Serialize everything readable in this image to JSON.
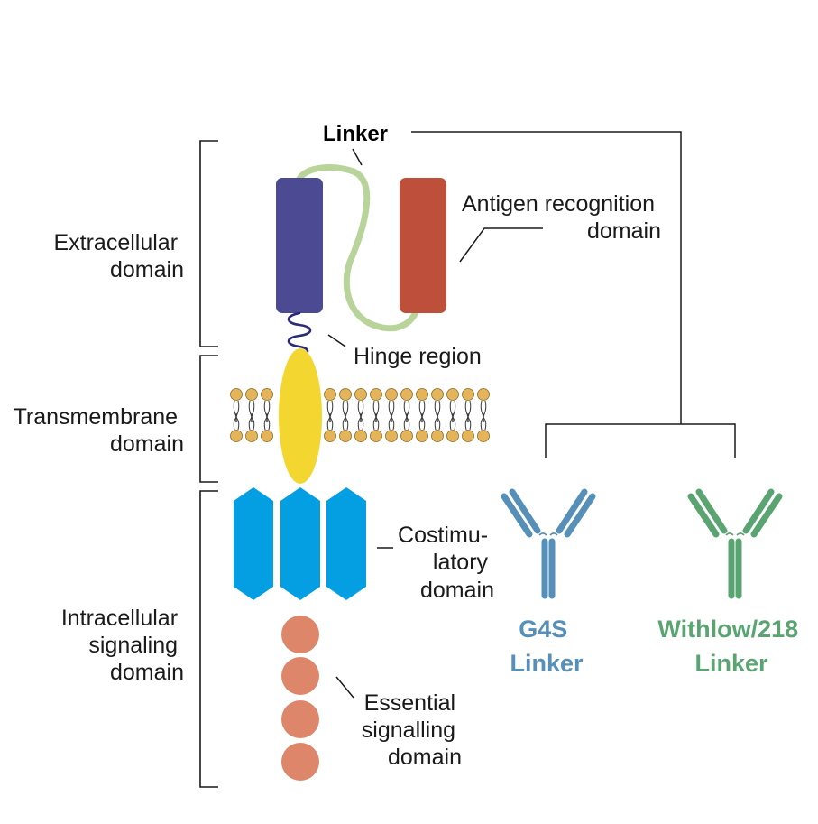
{
  "labels": {
    "linker": "Linker",
    "antigen_line1": "Antigen recognition",
    "antigen_line2": "domain",
    "extracellular_line1": "Extracellular",
    "extracellular_line2": "domain",
    "hinge": "Hinge region",
    "transmembrane_line1": "Transmembrane",
    "transmembrane_line2": "domain",
    "costim_line1": "Costimu-",
    "costim_line2": "latory",
    "costim_line3": "domain",
    "intracellular_line1": "Intracellular",
    "intracellular_line2": "signaling",
    "intracellular_line3": "domain",
    "essential_line1": "Essential",
    "essential_line2": "signalling",
    "essential_line3": "domain"
  },
  "antibodies": [
    {
      "line1": "G4S",
      "line2": "Linker",
      "color": "#5690b8"
    },
    {
      "line1": "Withlow/218",
      "line2": "Linker",
      "color": "#5aa472"
    }
  ],
  "colors": {
    "vh_domain": "#4b4a93",
    "vl_domain": "#bd4f3b",
    "linker": "#b9d49a",
    "hinge": "#2b2a7a",
    "transmembrane": "#f3d630",
    "lipid_head": "#e3b45a",
    "costimulatory": "#049ee3",
    "essential": "#dd866a",
    "lines": "#1a1a1a"
  }
}
